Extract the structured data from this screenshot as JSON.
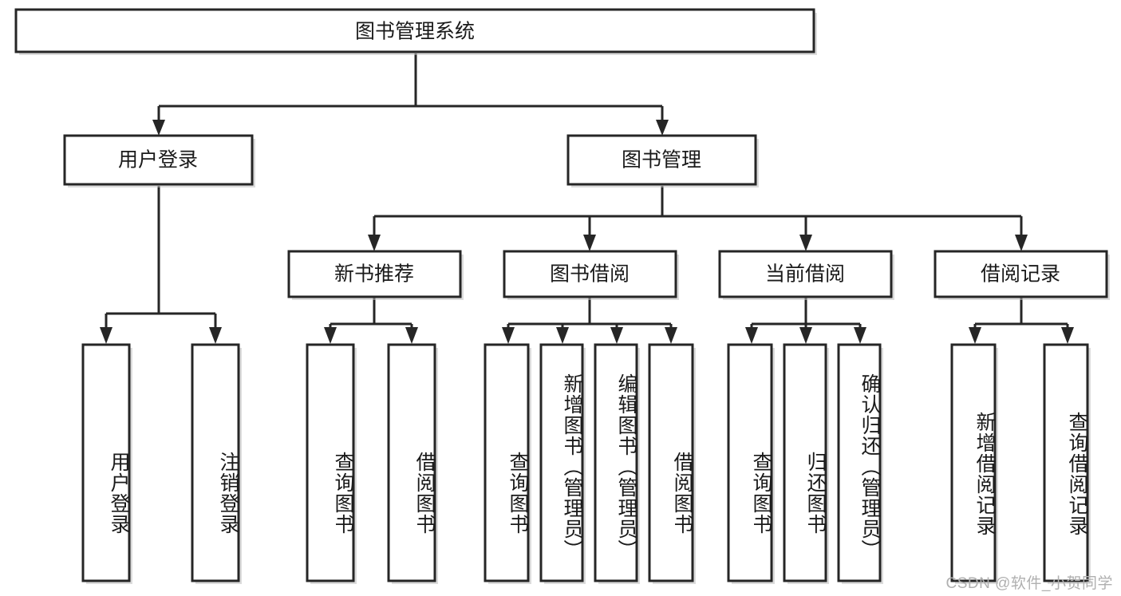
{
  "diagram": {
    "type": "tree-hierarchy",
    "title": "图书管理系统",
    "orientation": "top-down",
    "root": {
      "id": "root",
      "label": "图书管理系统"
    },
    "level1": [
      {
        "id": "user-login",
        "label": "用户登录"
      },
      {
        "id": "book-management",
        "label": "图书管理"
      }
    ],
    "level2": [
      {
        "id": "new-book-recommend",
        "label": "新书推荐",
        "parent": "book-management"
      },
      {
        "id": "book-borrow",
        "label": "图书借阅",
        "parent": "book-management"
      },
      {
        "id": "current-borrow",
        "label": "当前借阅",
        "parent": "book-management"
      },
      {
        "id": "borrow-record",
        "label": "借阅记录",
        "parent": "book-management"
      }
    ],
    "leaves": [
      {
        "id": "leaf-user-login",
        "label": "用户登录",
        "parent": "user-login"
      },
      {
        "id": "leaf-logout-login",
        "label": "注销登录",
        "parent": "user-login"
      },
      {
        "id": "leaf-query-book-1",
        "label": "查询图书",
        "parent": "new-book-recommend"
      },
      {
        "id": "leaf-borrow-book-1",
        "label": "借阅图书",
        "parent": "new-book-recommend"
      },
      {
        "id": "leaf-query-book-2",
        "label": "查询图书",
        "parent": "book-borrow"
      },
      {
        "id": "leaf-add-book",
        "label": "新增图书（管理员）",
        "parent": "book-borrow"
      },
      {
        "id": "leaf-edit-book",
        "label": "编辑图书（管理员）",
        "parent": "book-borrow"
      },
      {
        "id": "leaf-borrow-book-2",
        "label": "借阅图书",
        "parent": "book-borrow"
      },
      {
        "id": "leaf-query-book-3",
        "label": "查询图书",
        "parent": "current-borrow"
      },
      {
        "id": "leaf-return-book",
        "label": "归还图书",
        "parent": "current-borrow"
      },
      {
        "id": "leaf-confirm-return",
        "label": "确认归还（管理员）",
        "parent": "current-borrow"
      },
      {
        "id": "leaf-add-record",
        "label": "新增借阅记录",
        "parent": "borrow-record"
      },
      {
        "id": "leaf-query-record",
        "label": "查询借阅记录",
        "parent": "borrow-record"
      }
    ],
    "colors": {
      "stroke": "#262626",
      "fill": "#ffffff",
      "text": "#1a1a1a",
      "shadow": "#bfbfbf",
      "watermark": "#b0b0b0"
    }
  },
  "watermark": {
    "text": "CSDN @软件_小贺同学"
  }
}
